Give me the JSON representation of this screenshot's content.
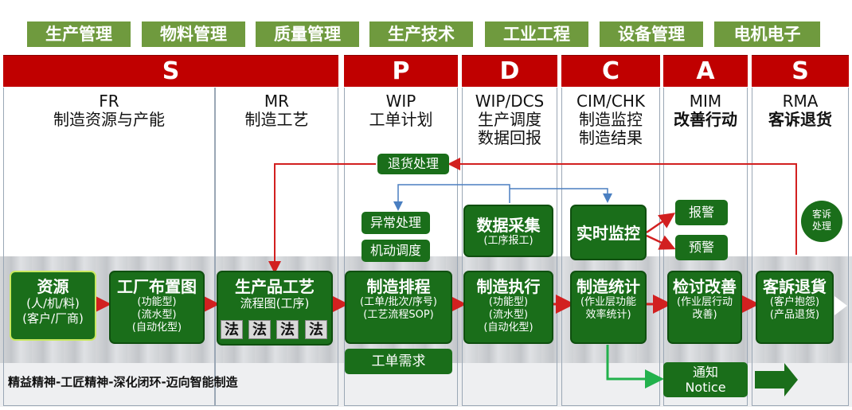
{
  "categories": [
    "生产管理",
    "物料管理",
    "质量管理",
    "生产技术",
    "工业工程",
    "设备管理",
    "电机电子"
  ],
  "headers": [
    "S",
    "P",
    "D",
    "C",
    "A",
    "S"
  ],
  "columns": [
    {
      "code": "FR",
      "name": "制造资源与产能"
    },
    {
      "code": "MR",
      "name": "制造工艺"
    },
    {
      "code": "WIP",
      "name": "工单计划"
    },
    {
      "code": "WIP/DCS",
      "name": "生产调度",
      "name2": "数据回报"
    },
    {
      "code": "CIM/CHK",
      "name": "制造监控",
      "name2": "制造结果"
    },
    {
      "code": "MIM",
      "name": "改善行动"
    },
    {
      "code": "RMA",
      "name": "客诉退货"
    }
  ],
  "flow": {
    "resource": {
      "title": "资源",
      "line1": "(人/机/料)",
      "line2": "(客户/厂商)"
    },
    "layout": {
      "title": "工厂布置图",
      "line1": "(功能型)",
      "line2": "(流水型)",
      "line3": "(自动化型)"
    },
    "process": {
      "title": "生产品工艺",
      "line1": "流程图(工序)",
      "fa": "法"
    },
    "schedule": {
      "title": "制造排程",
      "line1": "(工单/批次/序号)",
      "line2": "(工艺流程SOP)"
    },
    "execute": {
      "title": "制造执行",
      "line1": "(功能型)",
      "line2": "(流水型)",
      "line3": "(自动化型)"
    },
    "stats": {
      "title": "制造统计",
      "line1": "(作业层功能",
      "line2": "效率统计)"
    },
    "review": {
      "title": "检讨改善",
      "line1": "(作业层行动",
      "line2": "改善)"
    },
    "complaint": {
      "title": "客訴退貨",
      "line1": "(客户抱怨)",
      "line2": "(产品退货)"
    }
  },
  "upper": {
    "returns": "退货处理",
    "exception": "异常处理",
    "mobile": "机动调度",
    "collect_title": "数据采集",
    "collect_sub": "(工序报工)",
    "monitor": "实时监控",
    "alarm": "报警",
    "warning": "预警",
    "complaint_handle1": "客诉",
    "complaint_handle2": "处理"
  },
  "lower": {
    "demand": "工单需求",
    "notice1": "通知",
    "notice2": "Notice"
  },
  "footer": "精益精神-工匠精神-深化闭环-迈向智能制造",
  "colors": {
    "green": "#1a6e1a",
    "red_header": "#c00000",
    "category": "#6f9a3e",
    "arrow_red": "#d22020",
    "arrow_blue": "#4a7fc1",
    "arrow_green": "#22b14c"
  }
}
